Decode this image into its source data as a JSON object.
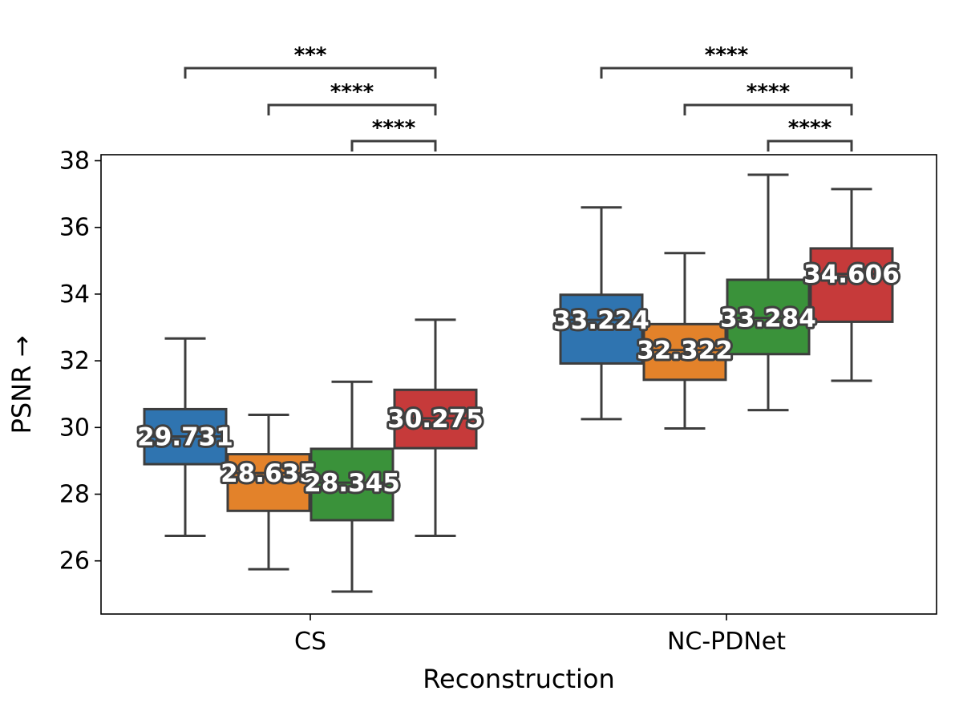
{
  "chart_data": {
    "type": "box",
    "xlabel": "Reconstruction",
    "ylabel": "PSNR →",
    "ylim": [
      24.4,
      38.3
    ],
    "yticks": [
      26,
      28,
      30,
      32,
      34,
      36,
      38
    ],
    "ytick_labels": [
      "26",
      "28",
      "30",
      "32",
      "34",
      "36",
      "38"
    ],
    "categories": [
      "CS",
      "NC-PDNet"
    ],
    "grid": false,
    "series": [
      {
        "color": "#2f74b0",
        "boxes": [
          {
            "whislo": 26.75,
            "q1": 28.9,
            "med": 29.731,
            "q3": 30.55,
            "whishi": 32.67,
            "label": "29.731"
          },
          {
            "whislo": 30.25,
            "q1": 31.92,
            "med": 33.224,
            "q3": 33.98,
            "whishi": 36.6,
            "label": "33.224"
          }
        ]
      },
      {
        "color": "#e3822a",
        "boxes": [
          {
            "whislo": 25.75,
            "q1": 27.5,
            "med": 28.635,
            "q3": 29.2,
            "whishi": 30.38,
            "label": "28.635"
          },
          {
            "whislo": 29.97,
            "q1": 31.43,
            "med": 32.322,
            "q3": 33.1,
            "whishi": 35.23,
            "label": "32.322"
          }
        ]
      },
      {
        "color": "#3a923a",
        "boxes": [
          {
            "whislo": 25.08,
            "q1": 27.22,
            "med": 28.345,
            "q3": 29.36,
            "whishi": 31.37,
            "label": "28.345"
          },
          {
            "whislo": 30.52,
            "q1": 32.2,
            "med": 33.284,
            "q3": 34.43,
            "whishi": 37.58,
            "label": "33.284"
          }
        ]
      },
      {
        "color": "#c63a3a",
        "boxes": [
          {
            "whislo": 26.75,
            "q1": 29.38,
            "med": 30.275,
            "q3": 31.13,
            "whishi": 33.23,
            "label": "30.275"
          },
          {
            "whislo": 31.4,
            "q1": 33.17,
            "med": 34.606,
            "q3": 35.37,
            "whishi": 37.15,
            "label": "34.606"
          }
        ]
      }
    ],
    "significance": [
      {
        "group": 0,
        "from": 0,
        "to": 3,
        "level": 0,
        "label": "***"
      },
      {
        "group": 0,
        "from": 1,
        "to": 3,
        "level": 1,
        "label": "****"
      },
      {
        "group": 0,
        "from": 2,
        "to": 3,
        "level": 2,
        "label": "****"
      },
      {
        "group": 1,
        "from": 0,
        "to": 3,
        "level": 0,
        "label": "****"
      },
      {
        "group": 1,
        "from": 1,
        "to": 3,
        "level": 1,
        "label": "****"
      },
      {
        "group": 1,
        "from": 2,
        "to": 3,
        "level": 2,
        "label": "****"
      }
    ]
  }
}
